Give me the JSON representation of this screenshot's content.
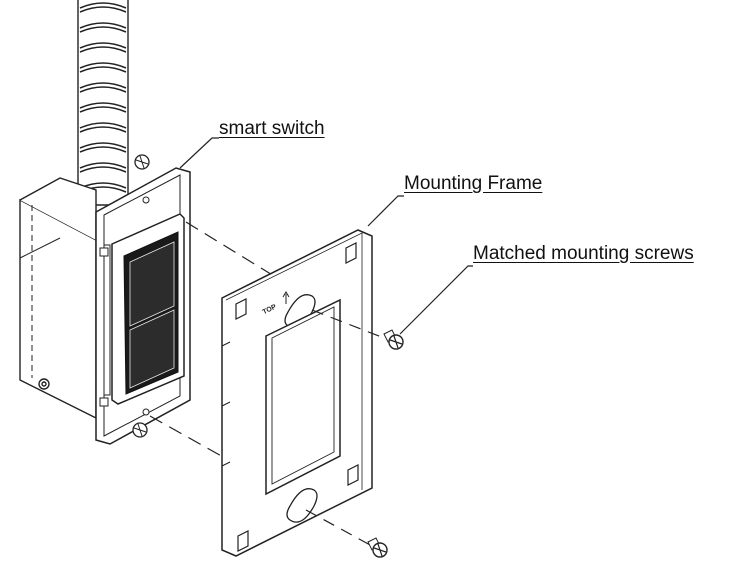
{
  "labels": {
    "smart_switch": "smart switch",
    "mounting_frame": "Mounting Frame",
    "matched_mounting_screws": "Matched mounting screws",
    "top_marking": "TOP"
  }
}
